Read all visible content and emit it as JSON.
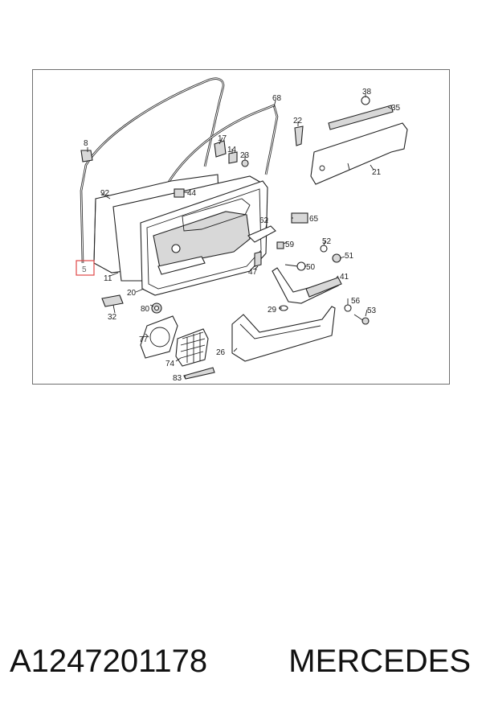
{
  "diagram": {
    "highlighted_callout": "5",
    "callouts": [
      "8",
      "92",
      "11",
      "20",
      "32",
      "80",
      "77",
      "74",
      "83",
      "26",
      "29",
      "44",
      "17",
      "14",
      "23",
      "68",
      "22",
      "38",
      "35",
      "21",
      "62",
      "65",
      "59",
      "47",
      "52",
      "51",
      "50",
      "41",
      "56",
      "53"
    ]
  },
  "footer": {
    "part_number": "A1247201178",
    "brand": "MERCEDES"
  }
}
